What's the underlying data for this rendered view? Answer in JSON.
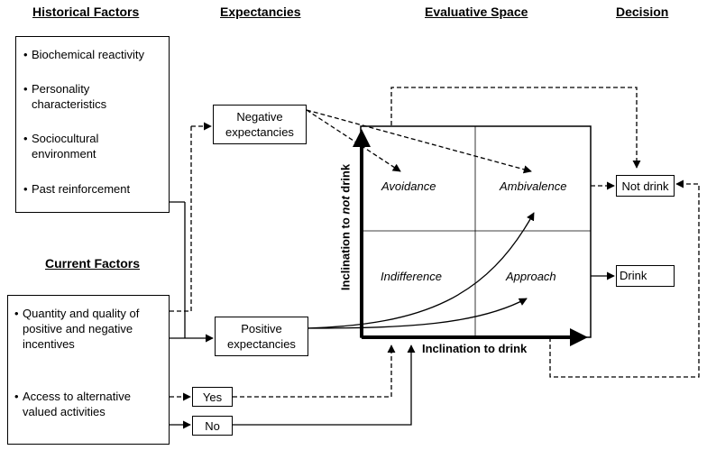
{
  "headers": {
    "historical": "Historical Factors",
    "expectancies": "Expectancies",
    "evaluative": "Evaluative Space",
    "decision": "Decision",
    "current": "Current Factors"
  },
  "historical_factors": [
    "Biochemical reactivity",
    "Personality characteristics",
    "Sociocultural environment",
    "Past reinforcement"
  ],
  "current_factors": [
    "Quantity and quality of positive and negative incentives",
    "Access to alternative valued activities"
  ],
  "bullet": "•",
  "expectancies": {
    "negative": "Negative expectancies",
    "positive": "Positive expectancies"
  },
  "options": {
    "yes": "Yes",
    "no": "No"
  },
  "quadrants": {
    "avoidance": "Avoidance",
    "ambivalence": "Ambivalence",
    "indifference": "Indifference",
    "approach": "Approach"
  },
  "axes": {
    "y_prefix": "Inclination to ",
    "y_italic": "not",
    "y_suffix": " drink",
    "x": "Inclination to drink"
  },
  "decisions": {
    "not_drink": "Not drink",
    "drink": "Drink"
  }
}
